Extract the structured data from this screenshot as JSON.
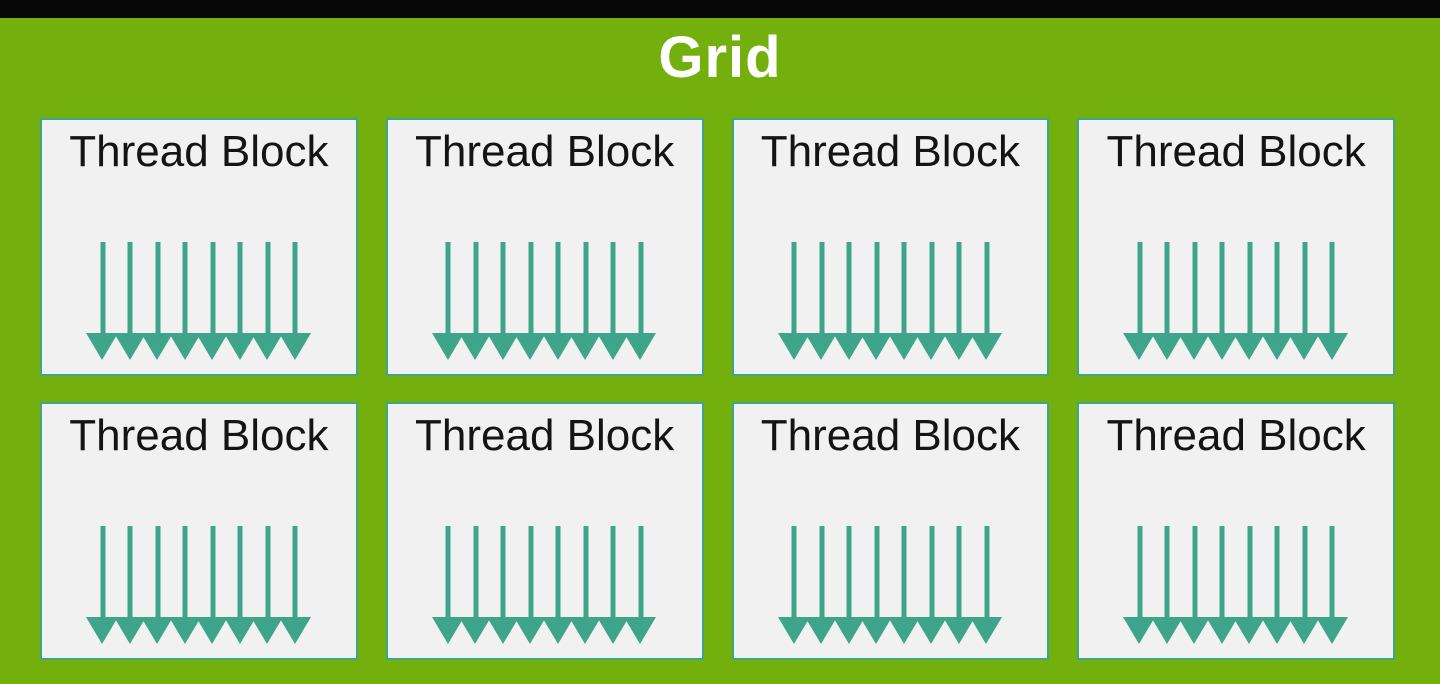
{
  "page": {
    "kind": "diagram-slide"
  },
  "colors": {
    "background_green": "#73b00d",
    "top_bar_black": "#060606",
    "block_fill": "#f0f1f0",
    "teal_accent": "#3ea58a",
    "title_text": "#ffffff",
    "label_text": "#141414"
  },
  "grid": {
    "title": "Grid",
    "columns": 4,
    "rows": 2,
    "arrow_icon_name": "thread-arrow-icon",
    "blocks": [
      {
        "label": "Thread Block",
        "thread_count": 8
      },
      {
        "label": "Thread Block",
        "thread_count": 8
      },
      {
        "label": "Thread Block",
        "thread_count": 8
      },
      {
        "label": "Thread Block",
        "thread_count": 8
      },
      {
        "label": "Thread Block",
        "thread_count": 8
      },
      {
        "label": "Thread Block",
        "thread_count": 8
      },
      {
        "label": "Thread Block",
        "thread_count": 8
      },
      {
        "label": "Thread Block",
        "thread_count": 8
      }
    ]
  }
}
